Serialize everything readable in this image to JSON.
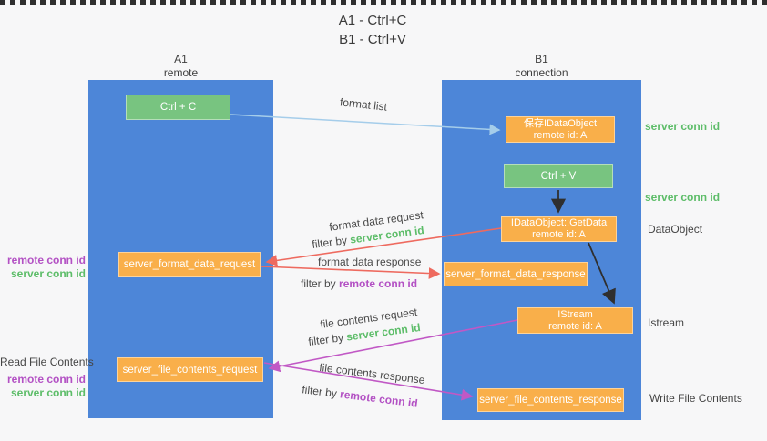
{
  "title": {
    "line1": "A1 - Ctrl+C",
    "line2": "B1 - Ctrl+V"
  },
  "lanes": {
    "left": {
      "name_line": "A1",
      "role_line": "remote"
    },
    "right": {
      "name_line": "B1",
      "role_line": "connection"
    }
  },
  "nodes": {
    "ctrl_c": {
      "label": "Ctrl + C"
    },
    "ctrl_v": {
      "label": "Ctrl + V"
    },
    "save_idataobject": {
      "line1": "保存IDataObject",
      "line2": "remote id: A"
    },
    "idataobject_getdata": {
      "line1": "IDataObject::GetData",
      "line2": "remote id: A"
    },
    "istream": {
      "line1": "IStream",
      "line2": "remote id: A"
    },
    "server_format_data_request": {
      "label": "server_format_data_request"
    },
    "server_format_data_response": {
      "label": "server_format_data_response"
    },
    "server_file_contents_request": {
      "label": "server_file_contents_request"
    },
    "server_file_contents_response": {
      "label": "server_file_contents_response"
    }
  },
  "side_labels": {
    "server_conn_id_top": "server conn id",
    "server_conn_id_mid": "server conn id",
    "dataobject": "DataObject",
    "istream": "Istream",
    "write_file_contents": "Write File Contents",
    "read_file_contents": "Read File Contents",
    "request_ids_top": {
      "remote": "remote conn id",
      "server": "server conn id"
    },
    "request_ids_bottom": {
      "remote": "remote conn id",
      "server": "server conn id"
    }
  },
  "arrow_labels": {
    "format_list": "format list",
    "format_data_request": "format data request",
    "format_data_request_filter": {
      "prefix": "filter by",
      "id": "server conn id"
    },
    "format_data_response": "format data response",
    "format_data_response_filter": {
      "prefix": "filter by",
      "id": "remote conn id"
    },
    "file_contents_request": "file contents request",
    "file_contents_request_filter": {
      "prefix": "filter by",
      "id": "server conn id"
    },
    "file_contents_response": "file contents response",
    "file_contents_response_filter": {
      "prefix": "filter by",
      "id": "remote conn id"
    }
  },
  "colors": {
    "background": "#f7f7f8",
    "lane_blue": "#4d86d8",
    "node_orange": "#f9af4a",
    "node_green": "#78c480",
    "arrow_light_blue": "#a5cdea",
    "arrow_red": "#ee6a5f",
    "arrow_magenta": "#c158c5",
    "arrow_black": "#2f2f2f",
    "text_green": "#5dbd69",
    "text_purple": "#b351c4",
    "text_dark": "#454545"
  }
}
